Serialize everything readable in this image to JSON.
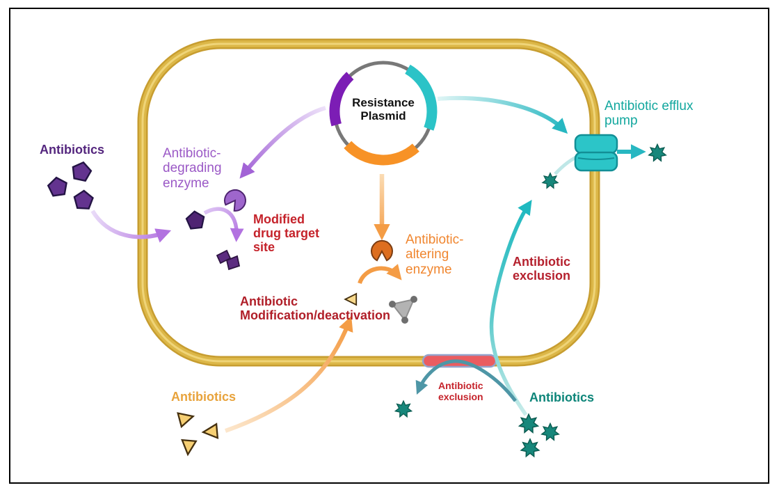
{
  "frame": {
    "border_color": "#000000",
    "background": "#ffffff"
  },
  "plasmid": {
    "label": "Resistance Plasmid",
    "ring_color": "#787878",
    "segment_colors": {
      "purple": "#7C1DB5",
      "teal": "#2BC3C7",
      "orange": "#F79226"
    }
  },
  "labels": {
    "antibiotics_outer_left": {
      "text": "Antibiotics",
      "color": "#54267E"
    },
    "degrading_enzyme": {
      "text": "Antibiotic-degrading enzyme",
      "color": "#9B59C6"
    },
    "modified_target": {
      "text": "Modified drug target site",
      "color": "#C5232B"
    },
    "modification_deactivation": {
      "text": "Antibiotic Modification/deactivation",
      "color": "#B01E28"
    },
    "altering_enzyme": {
      "text": "Antibiotic-altering enzyme",
      "color": "#F0862F"
    },
    "antibiotics_outer_bottom": {
      "text": "Antibiotics",
      "color": "#E8A33C"
    },
    "efflux_pump": {
      "text": "Antibiotic efflux pump",
      "color": "#12A79E"
    },
    "exclusion_main": {
      "text": "Antibiotic exclusion",
      "color": "#B5212E"
    },
    "exclusion_small": {
      "text": "Antibiotic exclusion",
      "color": "#C5232B"
    },
    "antibiotics_outer_right": {
      "text": "Antibiotics",
      "color": "#0D8579"
    }
  },
  "colors": {
    "membrane_gold": "#DCB748",
    "purple_pathway": "#A263D6",
    "orange_pathway": "#F49C45",
    "teal_pathway": "#27B7C1",
    "steel_arrow": "#4E96A6",
    "blocked_porin_red": "#EA5C60",
    "antibiotic_star_teal": "#17877B",
    "antibiotic_pentagon_purple": "#63338F",
    "antibiotic_triangle_yellow": "#F6CF73"
  },
  "icons": [
    "resistance-plasmid-icon",
    "cell-membrane",
    "antibiotic-pentagon-icon",
    "degrading-enzyme-icon",
    "degraded-target-fragments-icon",
    "altering-enzyme-icon",
    "altered-antibiotic-molecule-icon",
    "antibiotic-triangle-icon",
    "efflux-pump-icon",
    "antibiotic-star-icon",
    "blocked-porin-icon"
  ]
}
